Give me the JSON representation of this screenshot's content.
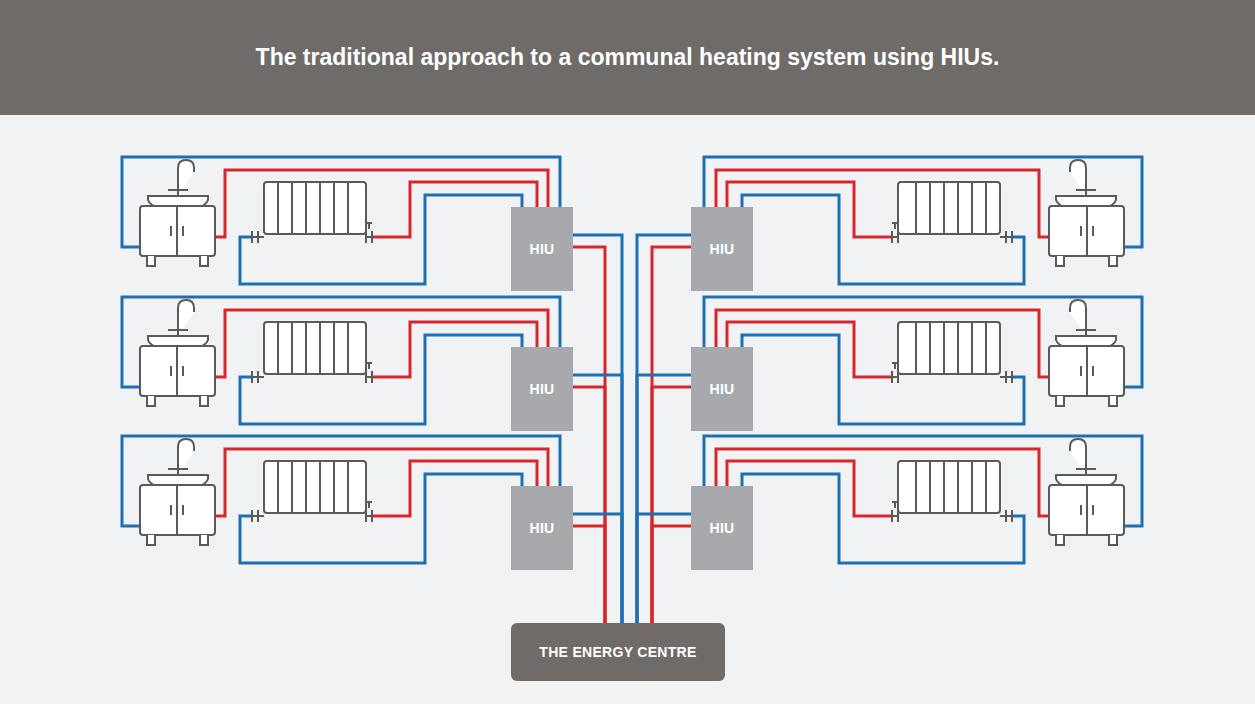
{
  "diagram": {
    "title": "The traditional approach to a communal heating system using HIUs.",
    "nodes": [
      {
        "text": [
          "HIU"
        ]
      },
      {
        "text": [
          "HIU"
        ]
      },
      {
        "text": [
          "HIU"
        ]
      },
      {
        "text": [
          "HIU"
        ]
      },
      {
        "text": [
          "HIU"
        ]
      },
      {
        "text": [
          "HIU"
        ]
      },
      {
        "text": [
          "THE ENERGY CENTRE"
        ]
      }
    ],
    "edges": [
      {
        "from": 0,
        "to": 6,
        "arrow": "none"
      },
      {
        "from": 1,
        "to": 6,
        "arrow": "none"
      },
      {
        "from": 2,
        "to": 6,
        "arrow": "none"
      },
      {
        "from": 3,
        "to": 6,
        "arrow": "none"
      },
      {
        "from": 4,
        "to": 6,
        "arrow": "none"
      },
      {
        "from": 5,
        "to": 6,
        "arrow": "none"
      }
    ]
  }
}
